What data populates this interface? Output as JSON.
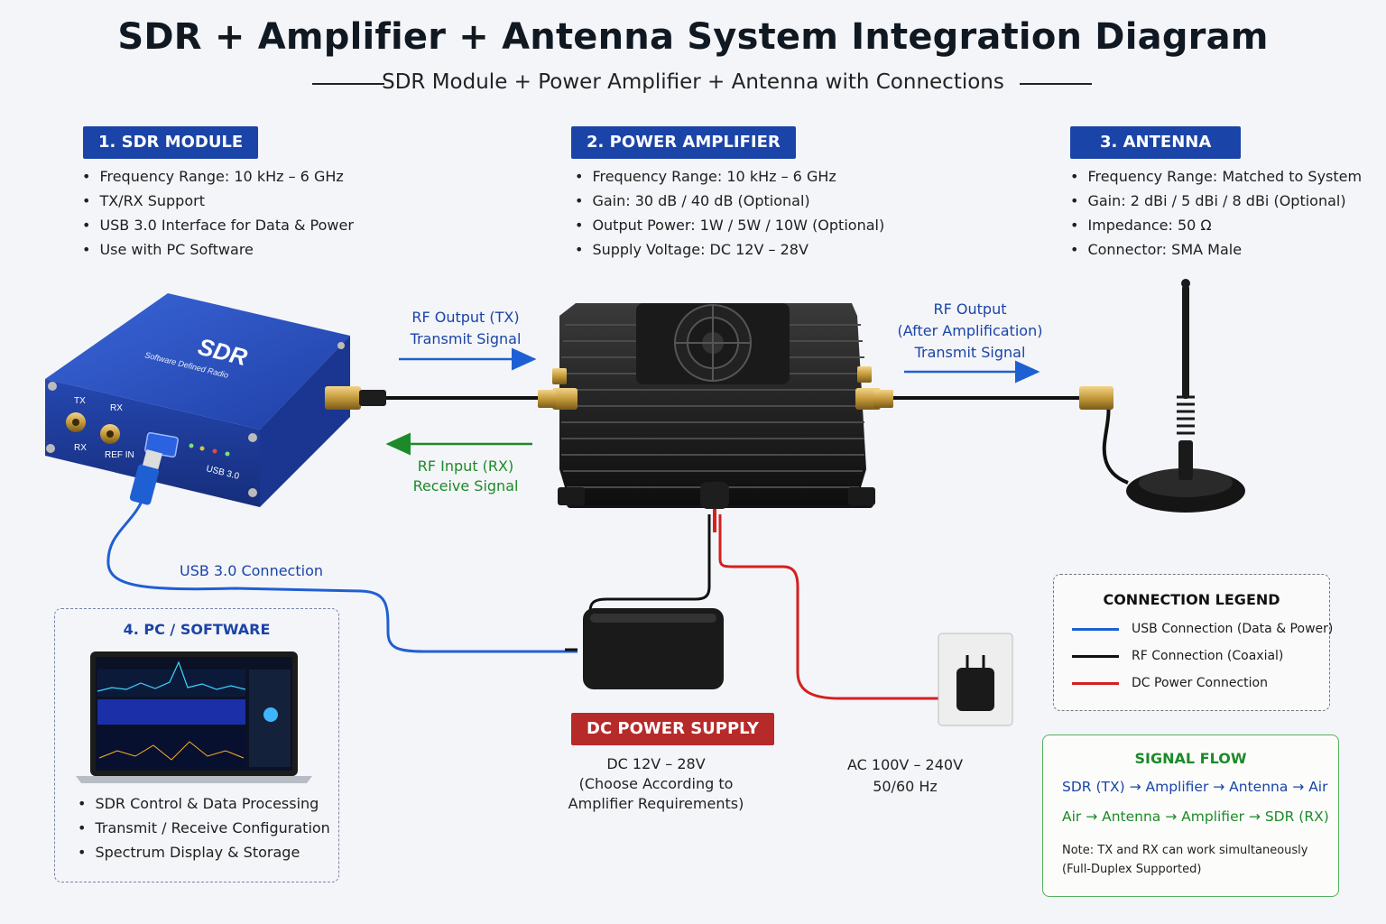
{
  "header": {
    "title": "SDR + Amplifier + Antenna System Integration Diagram",
    "subtitle": "SDR Module + Power Amplifier + Antenna with Connections"
  },
  "sdr": {
    "badge": "1. SDR MODULE",
    "specs": [
      "Frequency Range:  10 kHz – 6 GHz",
      "TX/RX Support",
      "USB 3.0 Interface for Data & Power",
      "Use with PC Software"
    ],
    "device": {
      "brand": "SDR",
      "brand_sub": "Software Defined Radio",
      "port_tx": "TX",
      "port_rx": "RX",
      "port_rx2": "RX",
      "port_ref": "REF IN",
      "port_usb": "USB 3.0"
    }
  },
  "amplifier": {
    "badge": "2. POWER AMPLIFIER",
    "specs": [
      "Frequency Range:  10 kHz – 6 GHz",
      "Gain: 30 dB / 40 dB (Optional)",
      "Output Power: 1W / 5W / 10W (Optional)",
      "Supply Voltage:  DC 12V – 28V"
    ]
  },
  "antenna": {
    "badge": "3. ANTENNA",
    "specs": [
      "Frequency Range: Matched to System",
      "Gain: 2 dBi / 5 dBi / 8 dBi (Optional)",
      "Impedance:  50 Ω",
      "Connector:  SMA Male"
    ]
  },
  "pc": {
    "title": "4. PC / SOFTWARE",
    "specs": [
      "SDR Control & Data Processing",
      "Transmit / Receive Configuration",
      "Spectrum Display & Storage"
    ]
  },
  "labels": {
    "rf_out_tx_1": "RF Output (TX)",
    "rf_out_tx_2": "Transmit Signal",
    "rf_in_rx_1": "RF Input (RX)",
    "rf_in_rx_2": "Receive Signal",
    "rf_amp_1": "RF Output",
    "rf_amp_2": "(After Amplification)",
    "rf_amp_3": "Transmit Signal",
    "usb_conn": "USB 3.0 Connection"
  },
  "power": {
    "badge": "DC POWER SUPPLY",
    "dc_1": "DC 12V – 28V",
    "dc_2": "(Choose According to",
    "dc_3": "Amplifier Requirements)",
    "ac_1": "AC 100V – 240V",
    "ac_2": "50/60 Hz"
  },
  "legend": {
    "title": "CONNECTION LEGEND",
    "items": [
      {
        "label": "USB Connection (Data & Power)",
        "color": "#1f5fd4"
      },
      {
        "label": "RF Connection (Coaxial)",
        "color": "#111111"
      },
      {
        "label": "DC Power Connection",
        "color": "#d42020"
      }
    ]
  },
  "signal_flow": {
    "title": "SIGNAL FLOW",
    "tx": "SDR (TX) → Amplifier → Antenna → Air",
    "rx": "Air → Antenna → Amplifier → SDR (RX)",
    "note_1": "Note: TX and RX can work simultaneously",
    "note_2": "(Full-Duplex Supported)"
  },
  "colors": {
    "accent_blue": "#1a44a8",
    "rx_green": "#1d8a2a",
    "power_red": "#b72a2a"
  }
}
